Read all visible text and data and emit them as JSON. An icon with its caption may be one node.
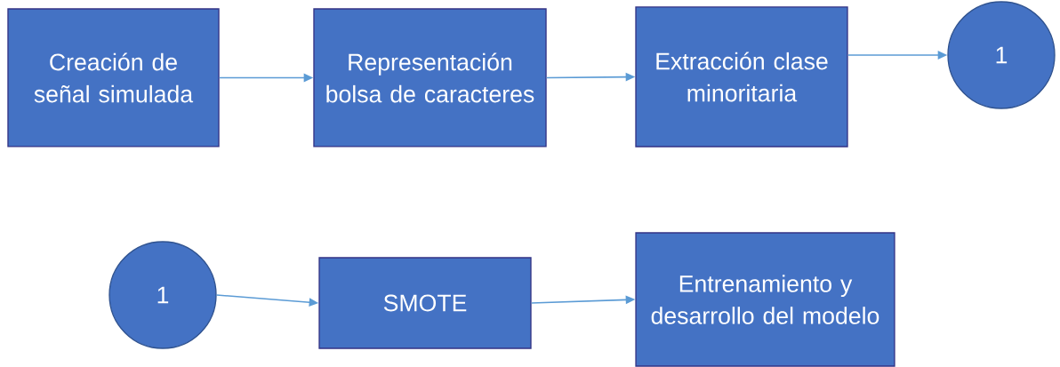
{
  "diagram": {
    "nodes": [
      {
        "text": [
          "Creación de señal simulada"
        ]
      },
      {
        "text": [
          "Representación bolsa de caracteres"
        ]
      },
      {
        "text": [
          "Extracción clase minoritaria"
        ]
      },
      {
        "text": [
          "1"
        ]
      },
      {
        "text": [
          "1"
        ]
      },
      {
        "text": [
          "SMOTE"
        ]
      },
      {
        "text": [
          "Entrenamiento y desarrollo del modelo"
        ]
      }
    ],
    "edges": [
      {
        "from": 0,
        "to": 1,
        "arrow": "to"
      },
      {
        "from": 1,
        "to": 2,
        "arrow": "to"
      },
      {
        "from": 2,
        "to": 3,
        "arrow": "to"
      },
      {
        "from": 4,
        "to": 5,
        "arrow": "to"
      },
      {
        "from": 5,
        "to": 6,
        "arrow": "to"
      }
    ]
  }
}
